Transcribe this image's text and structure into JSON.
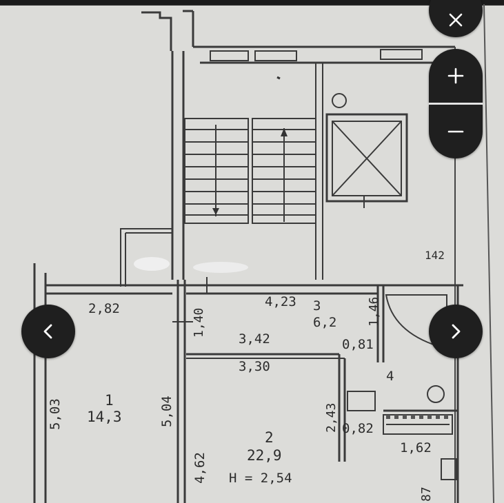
{
  "viewer": {
    "controls": {
      "close_icon": "close-icon",
      "zoom_in_icon": "plus-icon",
      "zoom_out_icon": "minus-icon",
      "prev_icon": "chevron-left-icon",
      "next_icon": "chevron-right-icon"
    },
    "colors": {
      "control_bg": "#1f1f1f",
      "paper": "#dcdcd9",
      "ink": "#2c2c2c"
    }
  },
  "plan": {
    "room_1": {
      "number": "1",
      "area": "14,3"
    },
    "room_2": {
      "number": "2",
      "area": "22,9"
    },
    "room_3": {
      "number": "3",
      "area": "6,2"
    },
    "room_4": {
      "number": "4"
    },
    "dims": {
      "d_2_82": "2,82",
      "d_4_23": "4,23",
      "d_1_40": "1,40",
      "d_1_46": "1,46",
      "d_3_42": "3,42",
      "d_0_81": "0,81",
      "d_3_30": "3,30",
      "d_5_03": "5,03",
      "d_5_04": "5,04",
      "d_2_43": "2,43",
      "d_0_82": "0,82",
      "d_4_62": "4,62",
      "d_1_62": "1,62",
      "d_142": "142",
      "d_87": "87",
      "ceiling_height": "H = 2,54"
    }
  }
}
